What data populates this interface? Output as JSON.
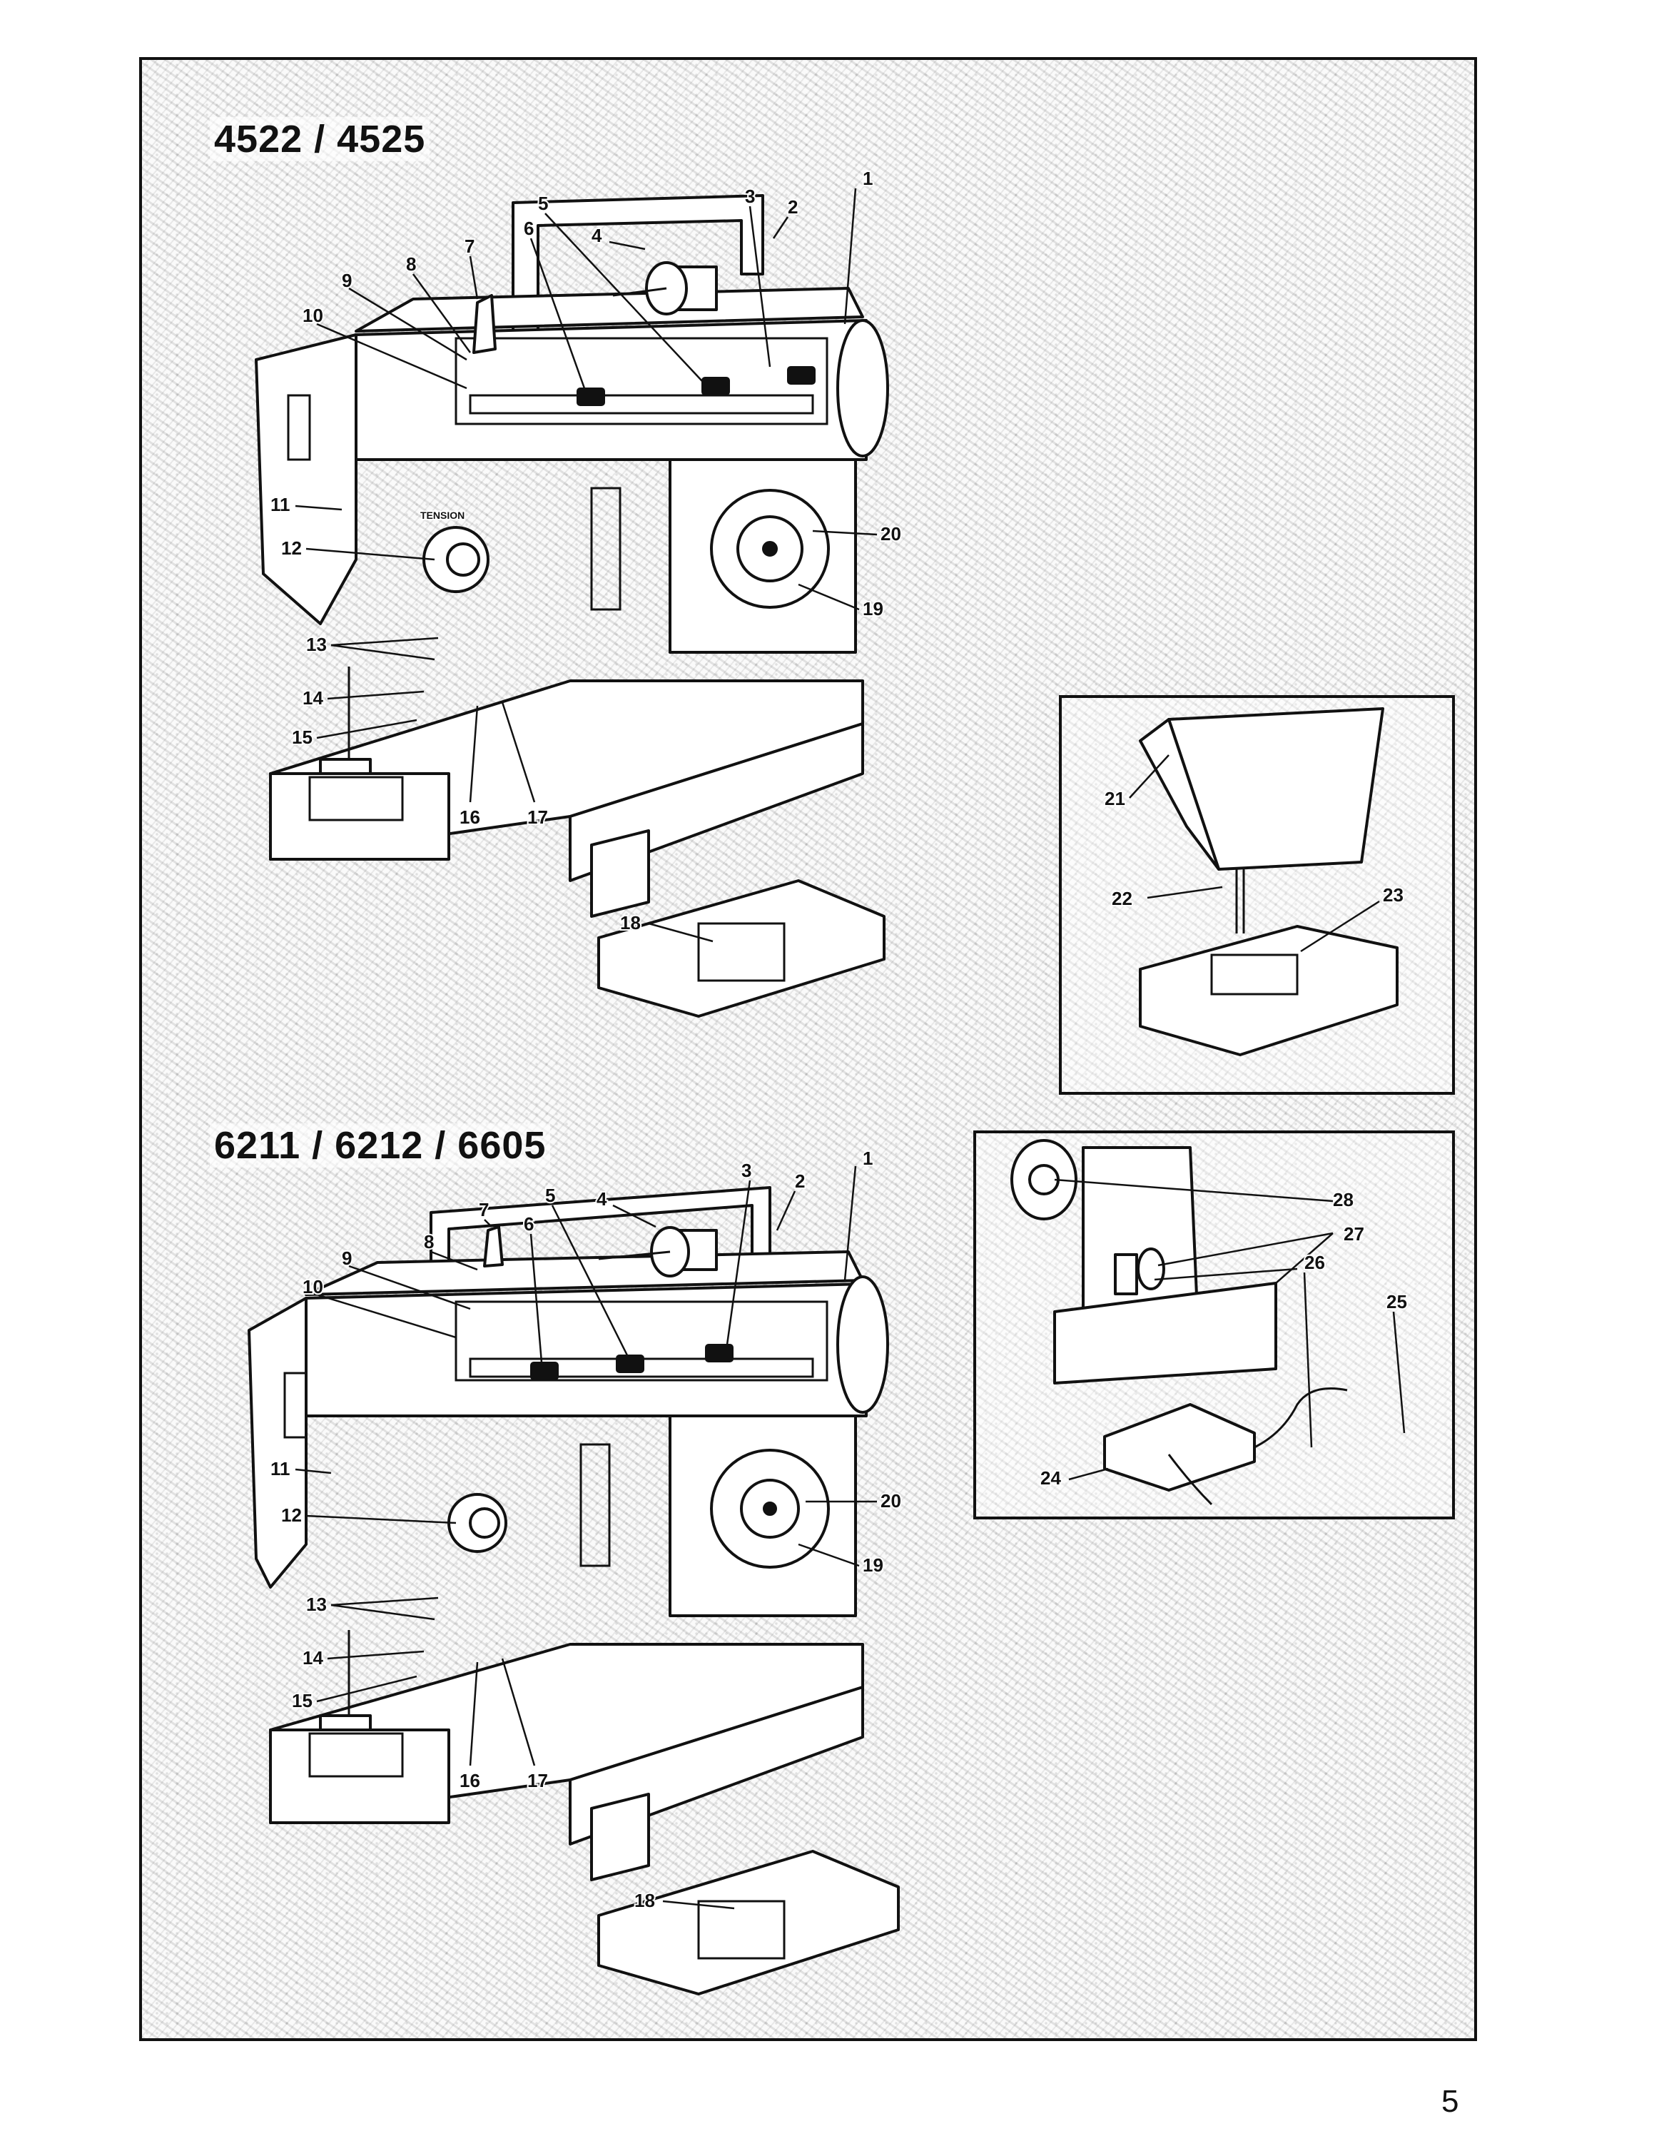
{
  "page": {
    "number": "5"
  },
  "diagram_a": {
    "title": "4522 / 4525",
    "labels": [
      "1",
      "2",
      "3",
      "4",
      "5",
      "6",
      "7",
      "8",
      "9",
      "10",
      "11",
      "12",
      "13",
      "14",
      "15",
      "16",
      "17",
      "18",
      "19",
      "20"
    ],
    "tension_text": "TENSION"
  },
  "diagram_b": {
    "title": "6211 / 6212 / 6605",
    "labels": [
      "1",
      "2",
      "3",
      "4",
      "5",
      "6",
      "7",
      "8",
      "9",
      "10",
      "11",
      "12",
      "13",
      "14",
      "15",
      "16",
      "17",
      "18",
      "19",
      "20"
    ]
  },
  "inset_needle": {
    "labels": [
      "21",
      "22",
      "23"
    ]
  },
  "inset_power": {
    "labels": [
      "24",
      "25",
      "26",
      "27",
      "28"
    ]
  }
}
